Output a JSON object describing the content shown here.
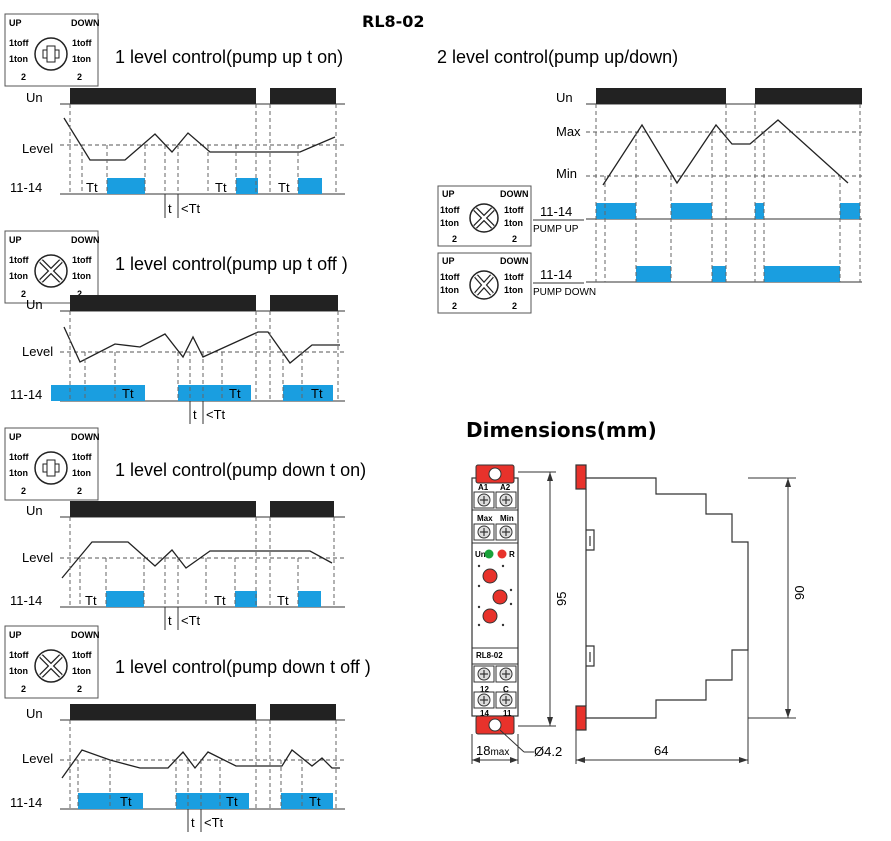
{
  "product": "RL8-02",
  "colors": {
    "pulse": "#1a9ee0",
    "supply": "#222222",
    "red": "#e8322b",
    "green": "#1aa13a"
  },
  "switch_labels": {
    "up": "UP",
    "down": "DOWN",
    "toff": "1toff",
    "ton": "1ton",
    "two": "2"
  },
  "signals": {
    "un": "Un",
    "level": "Level",
    "out": "11-14",
    "max": "Max",
    "min": "Min",
    "tt": "Tt",
    "t_rel": "t",
    "t_cmp": "<Tt"
  },
  "panels": [
    {
      "title": "1 level control(pump up t on)"
    },
    {
      "title": "1 level control(pump up t off )"
    },
    {
      "title": "1 level control(pump down t on)"
    },
    {
      "title": "1 level control(pump down t off )"
    }
  ],
  "two_level": {
    "title": "2 level control(pump up/down)",
    "pump_up": "PUMP UP",
    "pump_down": "PUMP DOWN"
  },
  "dimensions": {
    "title": "Dimensions(mm)",
    "height_total": "95",
    "height_body": "90",
    "depth": "64",
    "width": "18",
    "width_suffix": "max",
    "hole": "Ø4.2"
  },
  "device": {
    "term_top": [
      "A1",
      "A2"
    ],
    "term_mid": [
      "Max",
      "Min"
    ],
    "led_un": "Un",
    "led_r": "R",
    "model": "RL8-02",
    "term_bot1": [
      "12",
      "C"
    ],
    "term_bot2": [
      "14",
      "11"
    ]
  }
}
